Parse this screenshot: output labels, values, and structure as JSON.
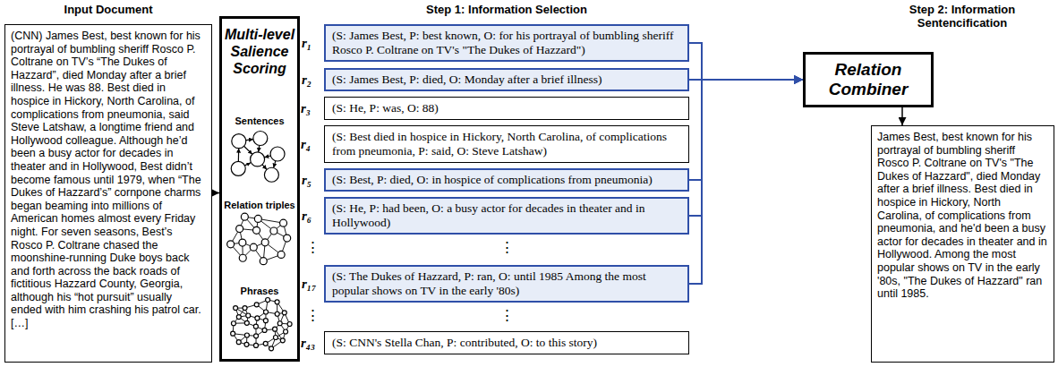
{
  "diagram": {
    "nodes": [
      {
        "text": [
          "(CNN) James Best, best known for his portrayal of bumbling sheriff Rosco P. Coltrane on TV’s “The Dukes of Hazzard”, died Monday after a brief illness. He was 88. Best died in hospice in Hickory, North Carolina, of complications from pneumonia, said Steve Latshaw, a longtime friend and Hollywood colleague. Although he’d been a busy actor for decades in theater and in Hollywood, Best didn’t become famous until 1979, when “The Dukes of Hazzard’s” cornpone charms began beaming into millions of American homes almost every Friday night. For seven seasons, Best’s Rosco P. Coltrane chased the moonshine-running Duke boys back and forth across the back roads of fictitious Hazzard County, Georgia, although his “hot pursuit” usually ended with him crashing his patrol car. […]"
        ]
      },
      {
        "text": [
          "Multi-level Salience Scoring",
          "Sentences",
          "Relation triples",
          "Phrases"
        ]
      },
      {
        "text": [
          "r₁",
          "(S: James Best, P: best known, O: for his portrayal of bumbling sheriff Rosco P. Coltrane on TV's \"The Dukes of Hazzard\")"
        ]
      },
      {
        "text": [
          "r₂",
          "(S: James Best, P: died, O: Monday after a brief illness)"
        ]
      },
      {
        "text": [
          "r₃",
          "(S: He, P: was, O: 88)"
        ]
      },
      {
        "text": [
          "r₄",
          "(S: Best died in hospice in Hickory, North Carolina, of complications from pneumonia, P: said, O: Steve Latshaw)"
        ]
      },
      {
        "text": [
          "r₅",
          "(S: Best, P: died, O: in hospice of complications from pneumonia)"
        ]
      },
      {
        "text": [
          "r₆",
          "(S: He, P: had been, O: a busy actor for decades in theater and in Hollywood)"
        ]
      },
      {
        "text": [
          "r₁₇",
          "(S: The Dukes of Hazzard, P: ran, O: until 1985 Among the most popular shows on TV in the early '80s)"
        ]
      },
      {
        "text": [
          "r₄₃",
          "(S: CNN's Stella Chan, P: contributed, O: to this story)"
        ]
      },
      {
        "text": [
          "Relation Combiner"
        ]
      },
      {
        "text": [
          "James Best, best known for his portrayal of bumbling sheriff Rosco P. Coltrane on TV's \"The Dukes of Hazzard\", died Monday after a brief illness. Best died in hospice in Hickory, North Carolina, of complications from pneumonia, and he'd been a busy actor for decades in theater and in Hollywood. Among the most popular shows on TV in the early '80s, \"The Dukes of Hazzard\" ran until 1985."
        ]
      }
    ],
    "edges": [
      {
        "from": 0,
        "to": 1,
        "arrow": "to"
      },
      {
        "from": 2,
        "to": 10,
        "arrow": "to"
      },
      {
        "from": 3,
        "to": 10,
        "arrow": "to"
      },
      {
        "from": 6,
        "to": 10,
        "arrow": "to"
      },
      {
        "from": 7,
        "to": 10,
        "arrow": "to"
      },
      {
        "from": 8,
        "to": 10,
        "arrow": "to"
      },
      {
        "from": 10,
        "to": 11,
        "arrow": "to"
      }
    ],
    "labels": [
      "Input Document",
      "Step 1: Information Selection",
      "Step 2: Information Sentencification",
      "⋮",
      "⋮",
      "⋮",
      "⋮"
    ]
  }
}
